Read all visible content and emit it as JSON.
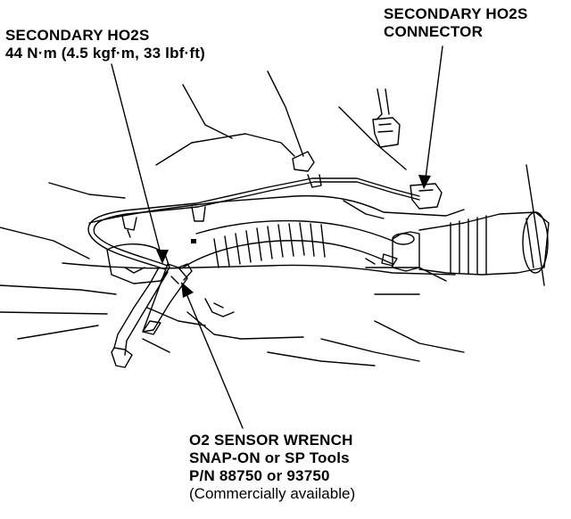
{
  "labels": {
    "sensor": {
      "title": "SECONDARY HO2S",
      "torque": "44 N·m (4.5 kgf·m, 33 lbf·ft)"
    },
    "connector": {
      "line1": "SECONDARY HO2S",
      "line2": "CONNECTOR"
    },
    "wrench": {
      "line1": "O2 SENSOR WRENCH",
      "line2": "SNAP-ON or SP Tools",
      "line3": "P/N 88750 or 93750",
      "line4": "(Commercially available)"
    }
  },
  "colors": {
    "ink": "#000000",
    "paper": "#ffffff"
  }
}
